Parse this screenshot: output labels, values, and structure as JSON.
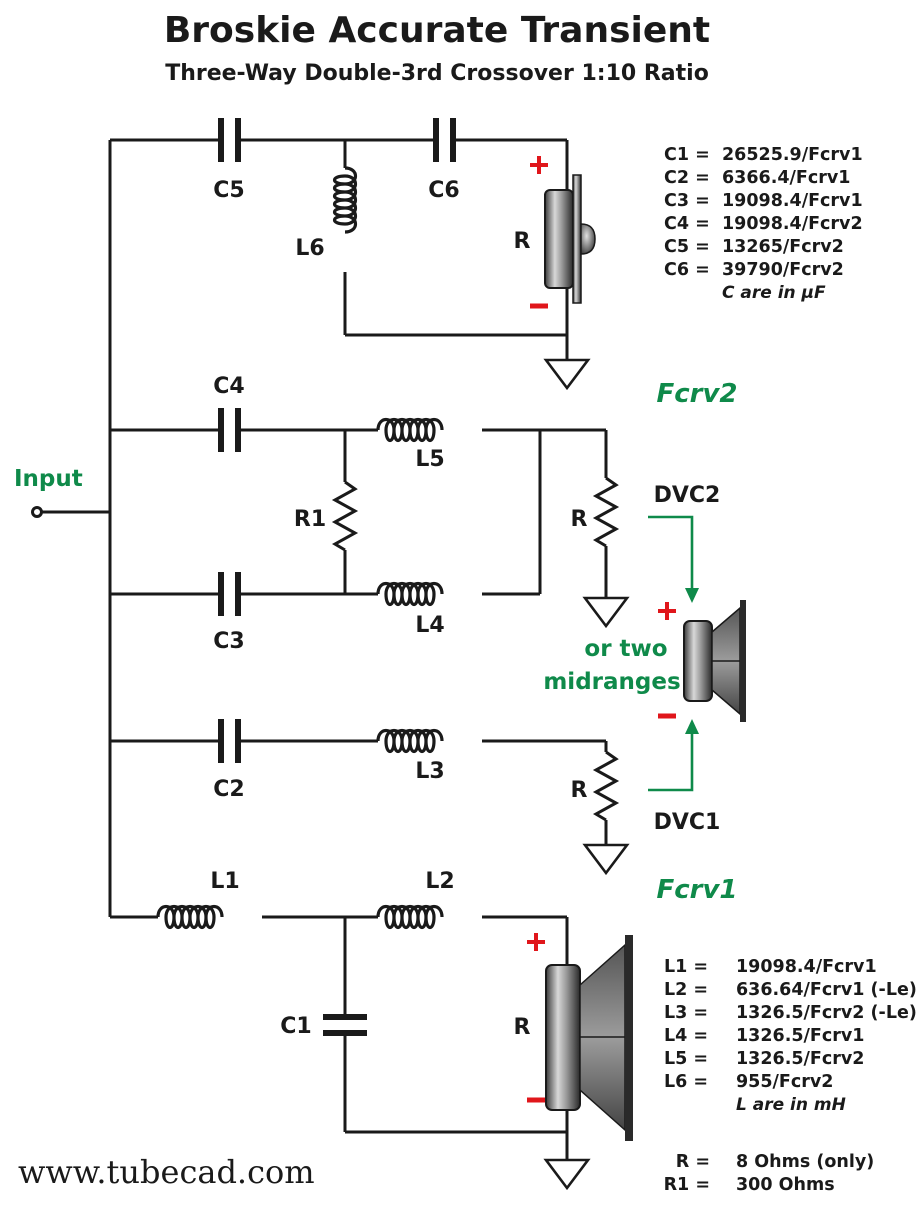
{
  "header": {
    "title": "Broskie Accurate Transient",
    "subtitle": "Three-Way Double-3rd Crossover 1:10 Ratio"
  },
  "labels": {
    "input": "Input",
    "c1": "C1",
    "c2": "C2",
    "c3": "C3",
    "c4": "C4",
    "c5": "C5",
    "c6": "C6",
    "l1": "L1",
    "l2": "L2",
    "l3": "L3",
    "l4": "L4",
    "l5": "L5",
    "l6": "L6",
    "r1": "R1",
    "r_tweeter": "R",
    "r_dvc2": "R",
    "r_dvc1": "R",
    "r_woofer": "R",
    "dvc2": "DVC2",
    "dvc1": "DVC1",
    "fcrv2": "Fcrv2",
    "fcrv1": "Fcrv1",
    "or_two": "or two",
    "midranges": "midranges"
  },
  "cap_table": {
    "rows": [
      {
        "name": "C1 =",
        "value": "26525.9/Fcrv1"
      },
      {
        "name": "C2 =",
        "value": "6366.4/Fcrv1"
      },
      {
        "name": "C3 =",
        "value": "19098.4/Fcrv1"
      },
      {
        "name": "C4 =",
        "value": "19098.4/Fcrv2"
      },
      {
        "name": "C5 =",
        "value": "13265/Fcrv2"
      },
      {
        "name": "C6 =",
        "value": "39790/Fcrv2"
      }
    ],
    "note": "C are in µF"
  },
  "ind_table": {
    "rows": [
      {
        "name": "L1 =",
        "value": "19098.4/Fcrv1"
      },
      {
        "name": "L2 =",
        "value": "636.64/Fcrv1 (-Le)"
      },
      {
        "name": "L3 =",
        "value": "1326.5/Fcrv2 (-Le)"
      },
      {
        "name": "L4 =",
        "value": "1326.5/Fcrv1"
      },
      {
        "name": "L5 =",
        "value": "1326.5/Fcrv2"
      },
      {
        "name": "L6 =",
        "value": "955/Fcrv2"
      }
    ],
    "note": "L are in mH"
  },
  "res_table": {
    "rows": [
      {
        "name": "R =",
        "value": "8 Ohms (only)"
      },
      {
        "name": "R1 =",
        "value": "300 Ohms"
      }
    ]
  },
  "footer": {
    "url": "www.tubecad.com"
  },
  "colors": {
    "wire": "#1a1a1a",
    "polarity": "#e0161b",
    "accent_green": "#0f8a4a"
  }
}
